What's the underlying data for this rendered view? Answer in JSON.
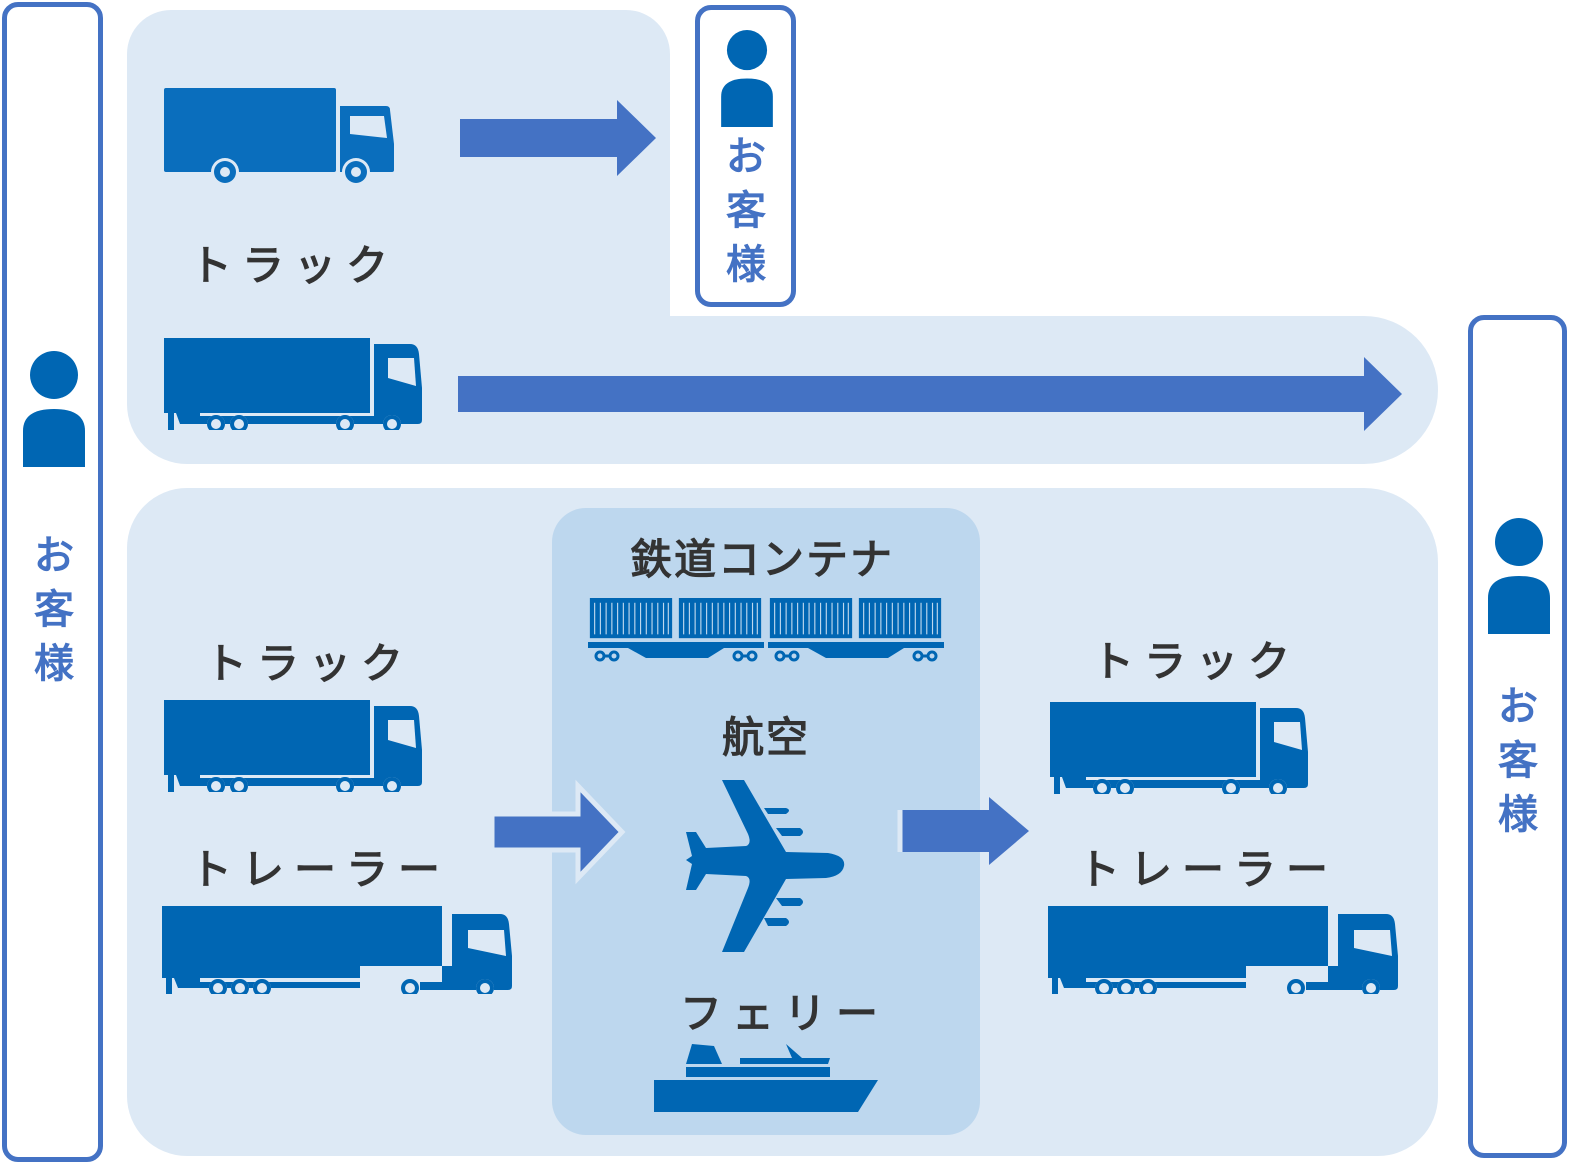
{
  "colors": {
    "panel_bg": "#dde9f5",
    "inner_panel_bg": "#bdd7ee",
    "icon_blue": "#0066b3",
    "arrow_blue": "#4472c4",
    "customer_text": "#4472c4",
    "label_text": "#333333"
  },
  "customers": {
    "left": {
      "label_chars": [
        "お",
        "客",
        "様"
      ],
      "icon": "person-icon"
    },
    "top_middle": {
      "label_chars": [
        "お",
        "客",
        "様"
      ],
      "icon": "person-icon"
    },
    "right": {
      "label_chars": [
        "お",
        "客",
        "様"
      ],
      "icon": "person-icon"
    }
  },
  "route_direct_short": {
    "vehicle_label": "トラック",
    "vehicle_icon": "box-truck-icon",
    "arrow_icon": "arrow-right-icon"
  },
  "route_direct_long": {
    "vehicle_icon": "large-truck-icon",
    "arrow_icon": "arrow-right-icon"
  },
  "route_intermodal": {
    "origin": [
      {
        "label": "トラック",
        "icon": "large-truck-icon"
      },
      {
        "label": "トレーラー",
        "icon": "trailer-truck-icon"
      }
    ],
    "trunk": [
      {
        "label": "鉄道コンテナ",
        "icon": "rail-container-icon"
      },
      {
        "label": "航空",
        "icon": "airplane-icon"
      },
      {
        "label": "フェリー",
        "icon": "ferry-icon"
      }
    ],
    "destination": [
      {
        "label": "トラック",
        "icon": "large-truck-icon"
      },
      {
        "label": "トレーラー",
        "icon": "trailer-truck-icon"
      }
    ]
  }
}
